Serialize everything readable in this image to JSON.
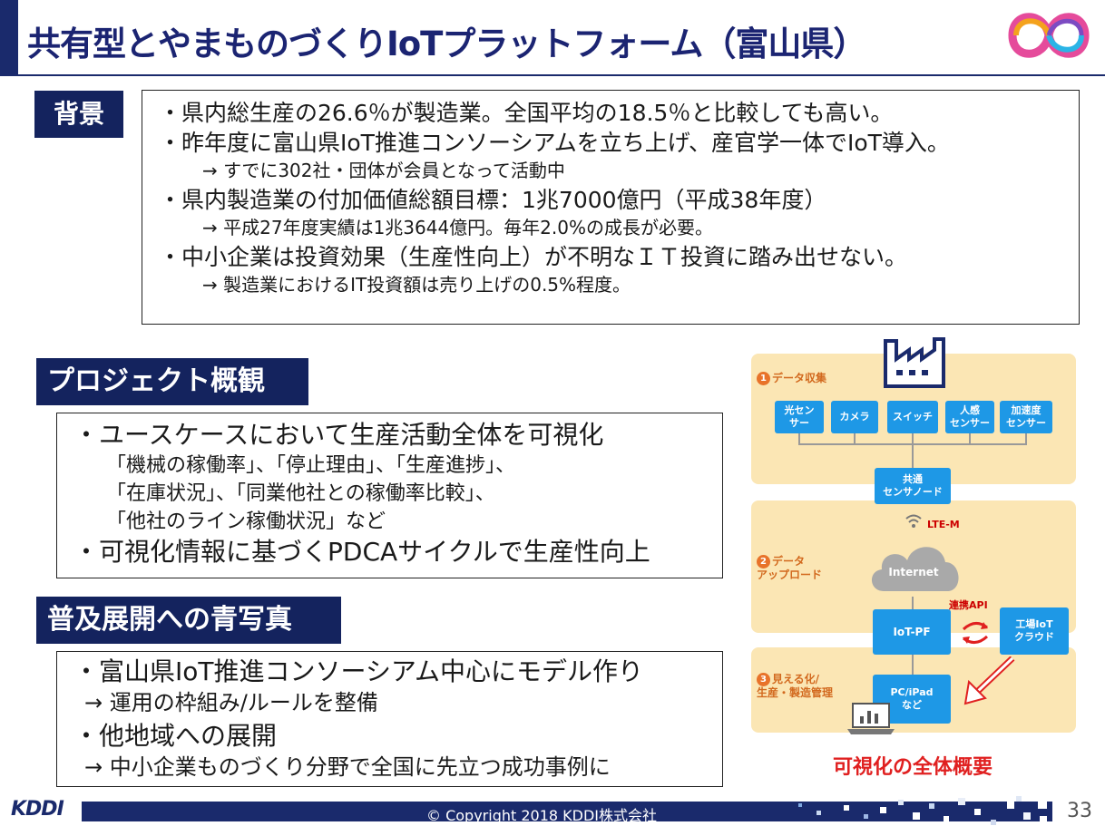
{
  "title": "共有型とやまものづくりIoTプラットフォーム（富山県）",
  "background": {
    "label": "背景",
    "lines": [
      {
        "kind": "main",
        "text": "・県内総生産の26.6％が製造業。全国平均の18.5％と比較しても高い。"
      },
      {
        "kind": "main",
        "text": "・昨年度に富山県IoT推進コンソーシアムを立ち上げ、産官学一体でIoT導入。"
      },
      {
        "kind": "sub",
        "text": "→ すでに302社・団体が会員となって活動中"
      },
      {
        "kind": "main",
        "text": "・県内製造業の付加価値総額目標：1兆7000億円（平成38年度）"
      },
      {
        "kind": "sub",
        "text": "→ 平成27年度実績は1兆3644億円。毎年2.0%の成長が必要。"
      },
      {
        "kind": "main",
        "text": "・中小企業は投資効果（生産性向上）が不明なＩＴ投資に踏み出せない。"
      },
      {
        "kind": "sub",
        "text": "→ 製造業におけるIT投資額は売り上げの0.5%程度。"
      }
    ]
  },
  "project": {
    "label": "プロジェクト概観",
    "lines": [
      {
        "kind": "main",
        "text": "・ユースケースにおいて生産活動全体を可視化"
      },
      {
        "kind": "sub",
        "text": "「機械の稼働率」、「停止理由」、「生産進捗」、"
      },
      {
        "kind": "sub",
        "text": "「在庫状況」、「同業他社との稼働率比較」、"
      },
      {
        "kind": "sub",
        "text": "「他社のライン稼働状況」など"
      },
      {
        "kind": "main",
        "text": "・可視化情報に基づくPDCAサイクルで生産性向上"
      }
    ]
  },
  "blueprint": {
    "label": "普及展開への青写真",
    "lines": [
      {
        "kind": "main",
        "text": "・富山県IoT推進コンソーシアム中心にモデル作り"
      },
      {
        "kind": "sub",
        "text": "→ 運用の枠組み/ルールを整備"
      },
      {
        "kind": "main",
        "text": "・他地域への展開"
      },
      {
        "kind": "sub",
        "text": "→ 中小企業ものづくり分野で全国に先立つ成功事例に"
      }
    ]
  },
  "diagram": {
    "step1_num": "1",
    "step1": "データ収集",
    "step2_num": "2",
    "step2": "データ\nアップロード",
    "step3_num": "3",
    "step3": "見える化/\n生産・製造管理",
    "sensors": [
      "光セン\nサー",
      "カメラ",
      "スイッチ",
      "人感\nセンサー",
      "加速度\nセンサー"
    ],
    "sensor_node": "共通\nセンサノード",
    "lte": "LTE-M",
    "cloud": "Internet",
    "api": "連携API",
    "iot_pf": "IoT-PF",
    "factory_cloud": "工場IoT\nクラウド",
    "pc": "PC/iPad\nなど",
    "caption": "可視化の全体概要",
    "node_color": "#1e98e6",
    "band_color": "#fbe6b4"
  },
  "footer": {
    "logo": "KDDI",
    "copyright": "© Copyright 2018 KDDI株式会社",
    "page": "33"
  }
}
